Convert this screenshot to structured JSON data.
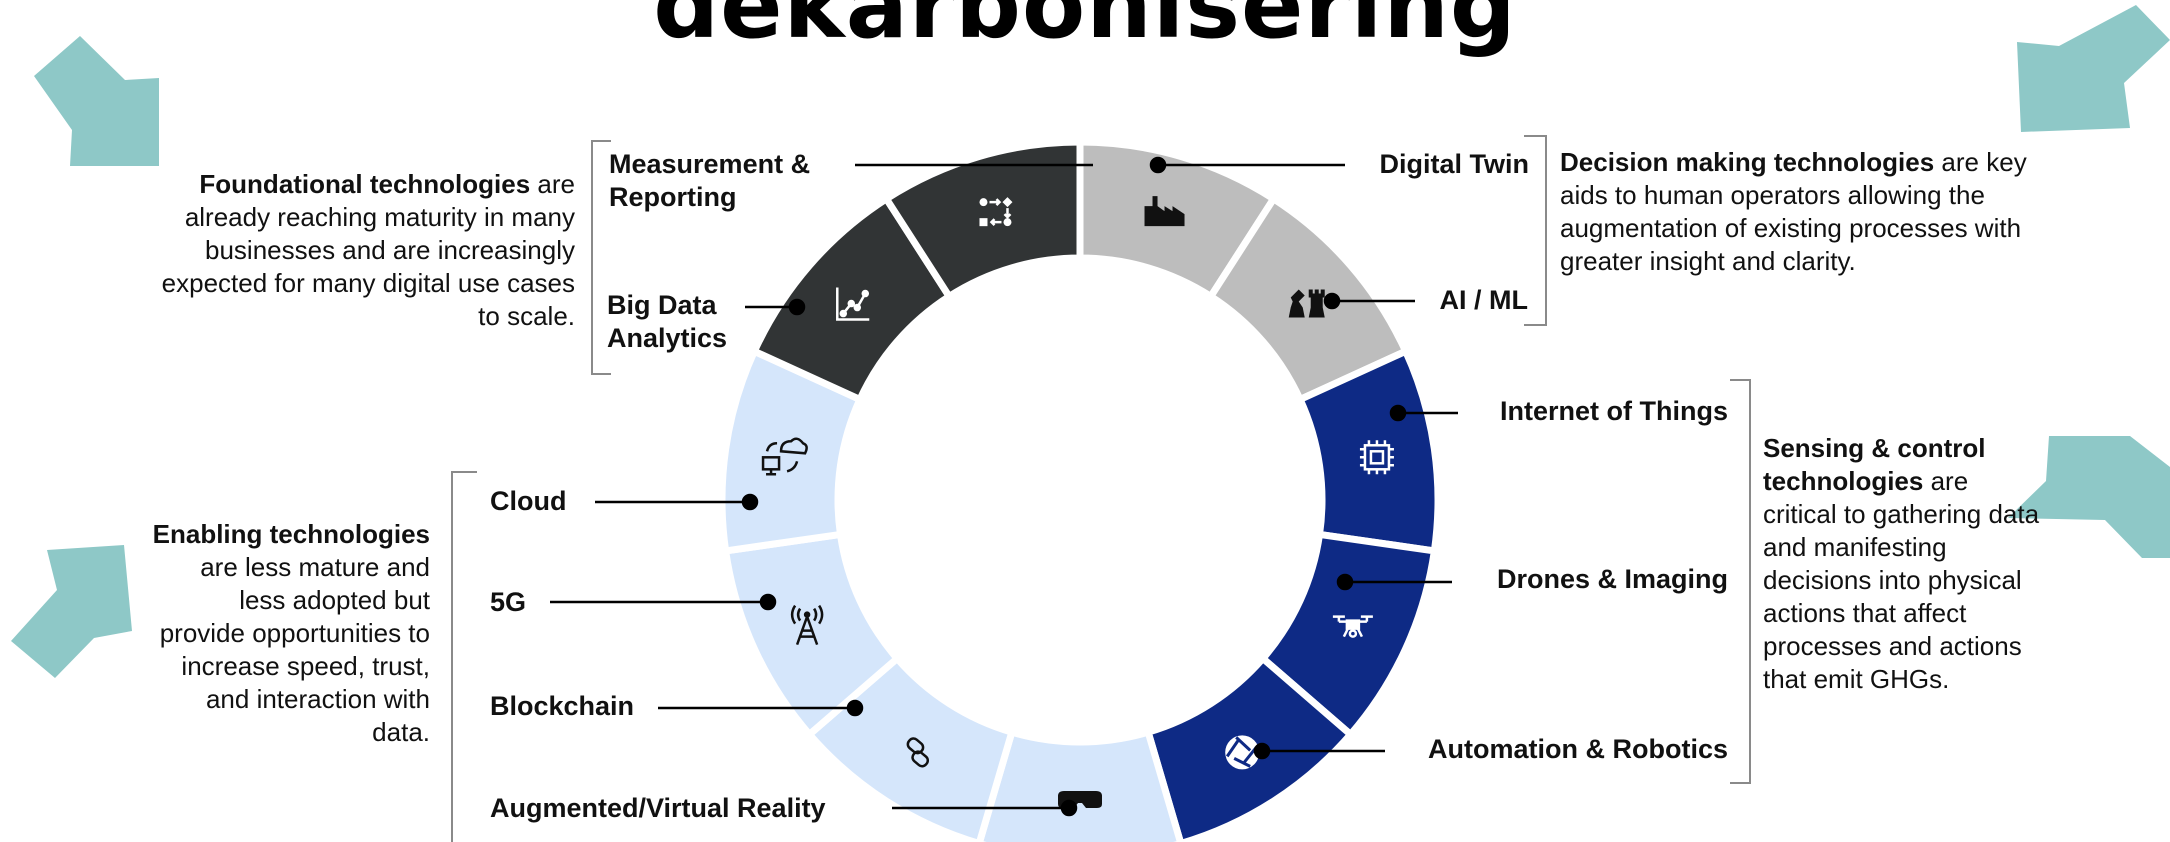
{
  "title": "dekarbonisering",
  "colors": {
    "foundational": "#313435",
    "decision": "#bdbdbd",
    "sensing": "#0e2a85",
    "enabling": "#d5e6fb",
    "arrow": "#8ec8c7"
  },
  "segments": [
    {
      "label": "Digital Twin",
      "group": "decision",
      "icon": "factory-icon"
    },
    {
      "label": "AI / ML",
      "group": "decision",
      "icon": "chess-pieces-icon"
    },
    {
      "label": "Internet of Things",
      "group": "sensing",
      "icon": "microchip-icon"
    },
    {
      "label": "Drones & Imaging",
      "group": "sensing",
      "icon": "drone-icon"
    },
    {
      "label": "Automation & Robotics",
      "group": "sensing",
      "icon": "aperture-icon"
    },
    {
      "label": "Augmented/Virtual Reality",
      "group": "enabling",
      "icon": "vr-headset-icon"
    },
    {
      "label": "Blockchain",
      "group": "enabling",
      "icon": "chain-link-icon"
    },
    {
      "label": "5G",
      "group": "enabling",
      "icon": "antenna-tower-icon"
    },
    {
      "label": "Cloud",
      "group": "enabling",
      "icon": "cloud-computer-icon"
    },
    {
      "label": "Big Data Analytics",
      "group": "foundational",
      "icon": "scatter-chart-icon"
    },
    {
      "label": "Measurement & Reporting",
      "group": "foundational",
      "icon": "process-flow-icon"
    }
  ],
  "labels": {
    "measurement_line1": "Measurement &",
    "measurement_line2": "Reporting",
    "bigdata_line1": "Big Data",
    "bigdata_line2": "Analytics",
    "cloud": "Cloud",
    "g5": "5G",
    "blockchain": "Blockchain",
    "arvr": "Augmented/Virtual Reality",
    "digital_twin": "Digital Twin",
    "aiml": "AI / ML",
    "iot": "Internet of Things",
    "drones": "Drones & Imaging",
    "automation": "Automation & Robotics"
  },
  "descriptions": {
    "foundational_bold": "Foundational technologies",
    "foundational_text": " are already reaching maturity in many businesses and are increasingly expected for many digital use cases to scale.",
    "decision_bold": "Decision making technologies",
    "decision_text": " are key aids to human operators allowing the augmentation of existing processes with greater insight and clarity.",
    "enabling_bold": "Enabling technologies",
    "enabling_text": " are less mature and less adopted but provide opportunities to increase speed, trust, and interaction with data.",
    "sensing_bold": "Sensing & control technologies",
    "sensing_text": " are critical to gathering data and manifesting decisions into physical actions that affect processes and actions that emit GHGs."
  }
}
